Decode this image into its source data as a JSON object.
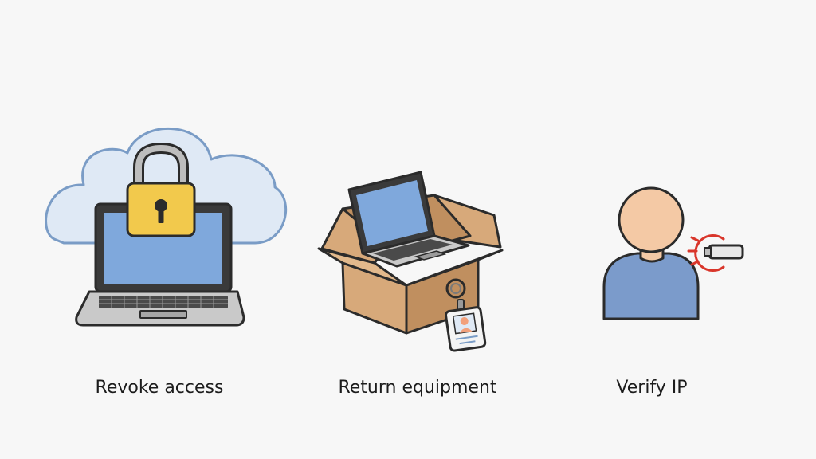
{
  "steps": [
    {
      "label": "Revoke access",
      "icons": [
        "cloud-icon",
        "laptop-icon",
        "padlock-icon"
      ]
    },
    {
      "label": "Return equipment",
      "icons": [
        "cardboard-box-icon",
        "laptop-icon",
        "id-badge-icon"
      ]
    },
    {
      "label": "Verify IP",
      "icons": [
        "person-icon",
        "usb-drive-icon",
        "alert-signal-icon"
      ]
    }
  ],
  "colors": {
    "background": "#f7f7f7",
    "outline": "#2b2b2b",
    "cloud_fill": "#dfe9f5",
    "cloud_stroke": "#7a9cc6",
    "screen_blue": "#7fa8dc",
    "laptop_body": "#c9c9c9",
    "padlock_yellow": "#f2c94c",
    "box_brown": "#d7a97a",
    "box_brown_dark": "#c08f5f",
    "skin": "#f4c9a5",
    "shirt_blue": "#7b9bcb",
    "alert_red": "#d9362b"
  }
}
